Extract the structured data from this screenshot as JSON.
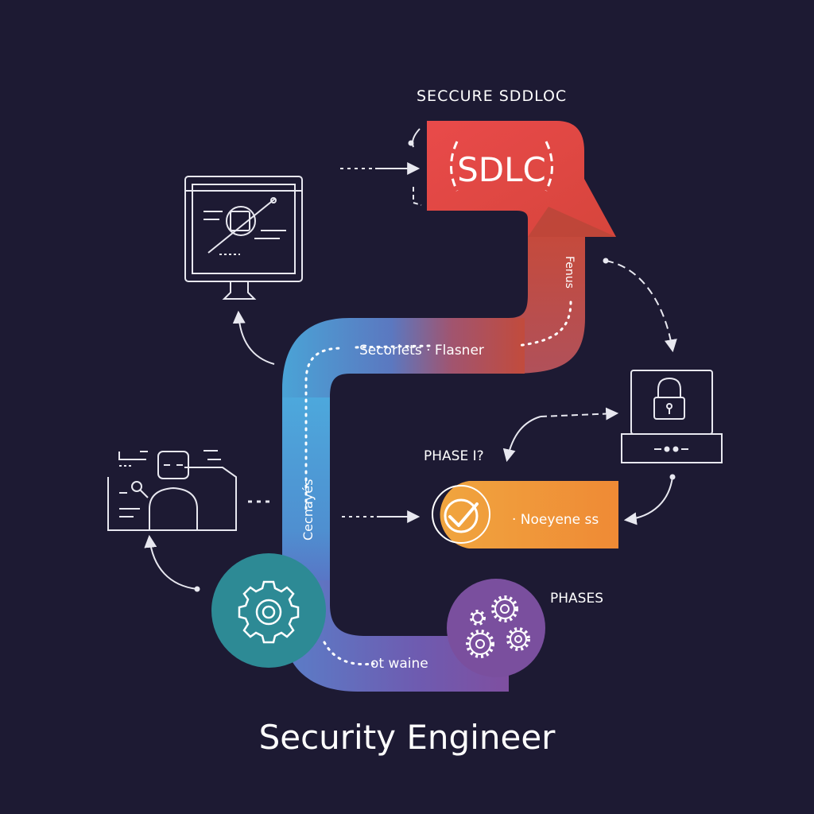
{
  "title": "SECCURE SDDLOC",
  "sdlc_badge": "SDLC",
  "path_labels": {
    "right_vertical": "Fenus",
    "top_curve": "Secoriets · Flasner",
    "left_vertical": "Cecnayés",
    "bottom_curve": "ot waine"
  },
  "phase_question": "PHASE I?",
  "orange_phase": "· Noeyene ss",
  "phases_label": "PHASES",
  "footer_title": "Security Engineer",
  "colors": {
    "background": "#1d1a33",
    "sdlc_red": "#e04848",
    "path_blue": "#5aa6d6",
    "path_red": "#c85545",
    "orange": "#f39437",
    "teal": "#2d8a95",
    "purple": "#7a4f9e",
    "line": "#e8e8f0"
  },
  "icons": [
    "monitor-target-icon",
    "user-profile-icon",
    "lock-laptop-icon",
    "check-icon",
    "gear-icon",
    "gears-cluster-icon"
  ]
}
